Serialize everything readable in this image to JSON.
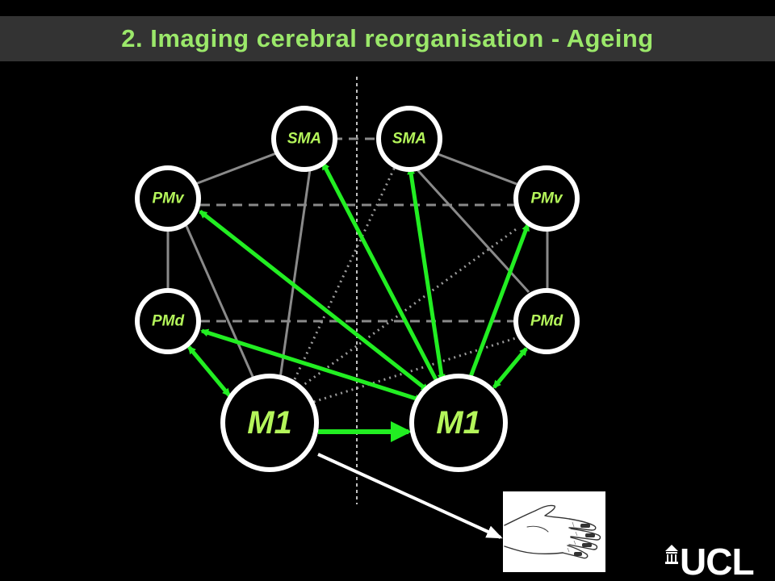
{
  "slide": {
    "title": "2. Imaging cerebral reorganisation - Ageing"
  },
  "diagram": {
    "nodes": {
      "sma_left": "SMA",
      "sma_right": "SMA",
      "pmv_left": "PMv",
      "pmv_right": "PMv",
      "pmd_left": "PMd",
      "pmd_right": "PMd",
      "m1_left": "M1",
      "m1_right": "M1"
    },
    "colors": {
      "background": "#000000",
      "title_bar": "#333333",
      "title_text": "#9be86a",
      "node_label": "#b4f55a",
      "node_ring": "#ffffff",
      "green_arrow": "#22ee22",
      "grey_link": "#8a8a8a",
      "dotted_link": "#9a9a9a",
      "output_arrow": "#ffffff"
    }
  },
  "logo": {
    "text": "UCL",
    "icon": "portico-icon"
  },
  "hand_image": {
    "icon": "hand-drawing"
  }
}
